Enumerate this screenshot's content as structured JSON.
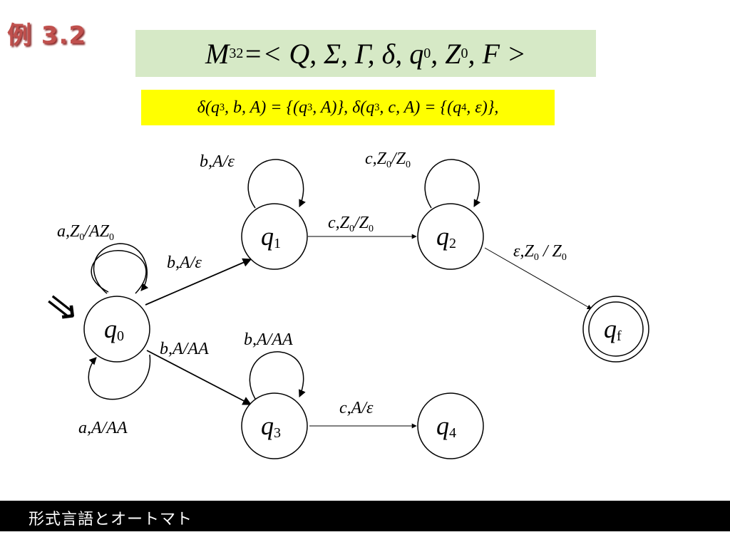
{
  "slide_title": "例 3.2",
  "definition": {
    "name": "M",
    "name_sub": "32",
    "prefix": " =< Q, Σ, Γ, δ, q",
    "q_sub": "0",
    "mid": ", Z",
    "z_sub": "0",
    "suffix": ", F >"
  },
  "delta": {
    "part1": "δ(q",
    "sub1": "3",
    "part2": ", b, A) = {(q",
    "sub2": "3",
    "part3": ", A)}, δ(q",
    "sub3": "3",
    "part4": ", c, A) = {(q",
    "sub4": "4",
    "part5": ", ε)},"
  },
  "states": [
    {
      "id": "q0",
      "label": "q",
      "sub": "0",
      "accepting": false,
      "initial": true
    },
    {
      "id": "q1",
      "label": "q",
      "sub": "1",
      "accepting": false,
      "initial": false
    },
    {
      "id": "q2",
      "label": "q",
      "sub": "2",
      "accepting": false,
      "initial": false
    },
    {
      "id": "q3",
      "label": "q",
      "sub": "3",
      "accepting": false,
      "initial": false
    },
    {
      "id": "q4",
      "label": "q",
      "sub": "4",
      "accepting": false,
      "initial": false
    },
    {
      "id": "qf",
      "label": "q",
      "sub": "f",
      "accepting": true,
      "initial": false
    }
  ],
  "transitions": {
    "q0_loop_top": {
      "a": "a,Z",
      "a_sub": "0",
      "b": "/AZ",
      "b_sub": "0"
    },
    "q0_loop_bottom": "a,A/AA",
    "q0_q1": "b,A/ε",
    "q0_q3": "b,A/AA",
    "q1_loop": "b,A/ε",
    "q1_q2": {
      "a": "c,Z",
      "a_sub": "0",
      "b": "/Z",
      "b_sub": "0"
    },
    "q2_loop": {
      "a": "c,Z",
      "a_sub": "0",
      "b": "/Z",
      "b_sub": "0"
    },
    "q2_qf": {
      "a": "ε,Z",
      "a_sub": "0",
      "b": " / Z",
      "b_sub": "0"
    },
    "q3_loop": "b,A/AA",
    "q3_q4": "c,A/ε"
  },
  "initial_marker": "⇒",
  "footer": "形式言語とオートマト"
}
